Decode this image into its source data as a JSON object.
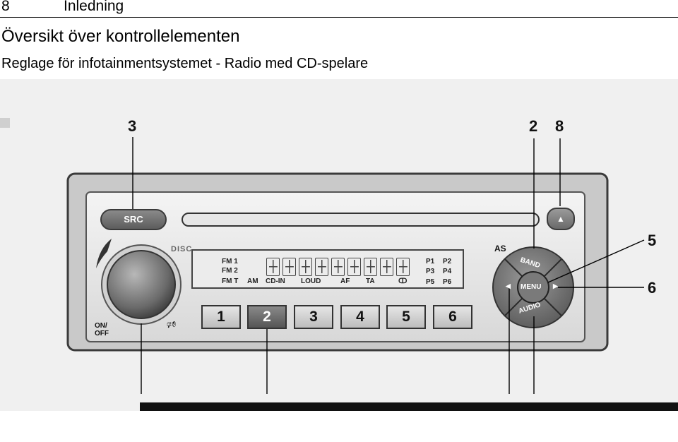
{
  "header": {
    "page_number": "8",
    "section": "Inledning"
  },
  "heading": "Översikt över kontrollelementen",
  "subheading": "Reglage för infotainmentsystemet - Radio med CD-spelare",
  "figure": {
    "callouts": [
      "3",
      "2",
      "8",
      "5",
      "6"
    ],
    "src_label": "SRC",
    "eject_symbol": "▲",
    "onoff_label": "ON/\nOFF",
    "mute_symbol": "🕫",
    "rds_logo": "DISC",
    "display": {
      "bands": [
        "FM 1",
        "FM 2",
        "FM T"
      ],
      "indicators": [
        "AM",
        "CD-IN",
        "LOUD",
        "AF",
        "TA",
        "ↀ"
      ],
      "presets_display": [
        "P1",
        "P2",
        "P3",
        "P4",
        "P5",
        "P6"
      ]
    },
    "preset_buttons": [
      "1",
      "2",
      "3",
      "4",
      "5",
      "6"
    ],
    "as_label": "AS",
    "band_label": "BAND",
    "menu_label": "MENU",
    "audio_label": "AUDIO",
    "left_arrow": "◀",
    "right_arrow": "▶"
  }
}
